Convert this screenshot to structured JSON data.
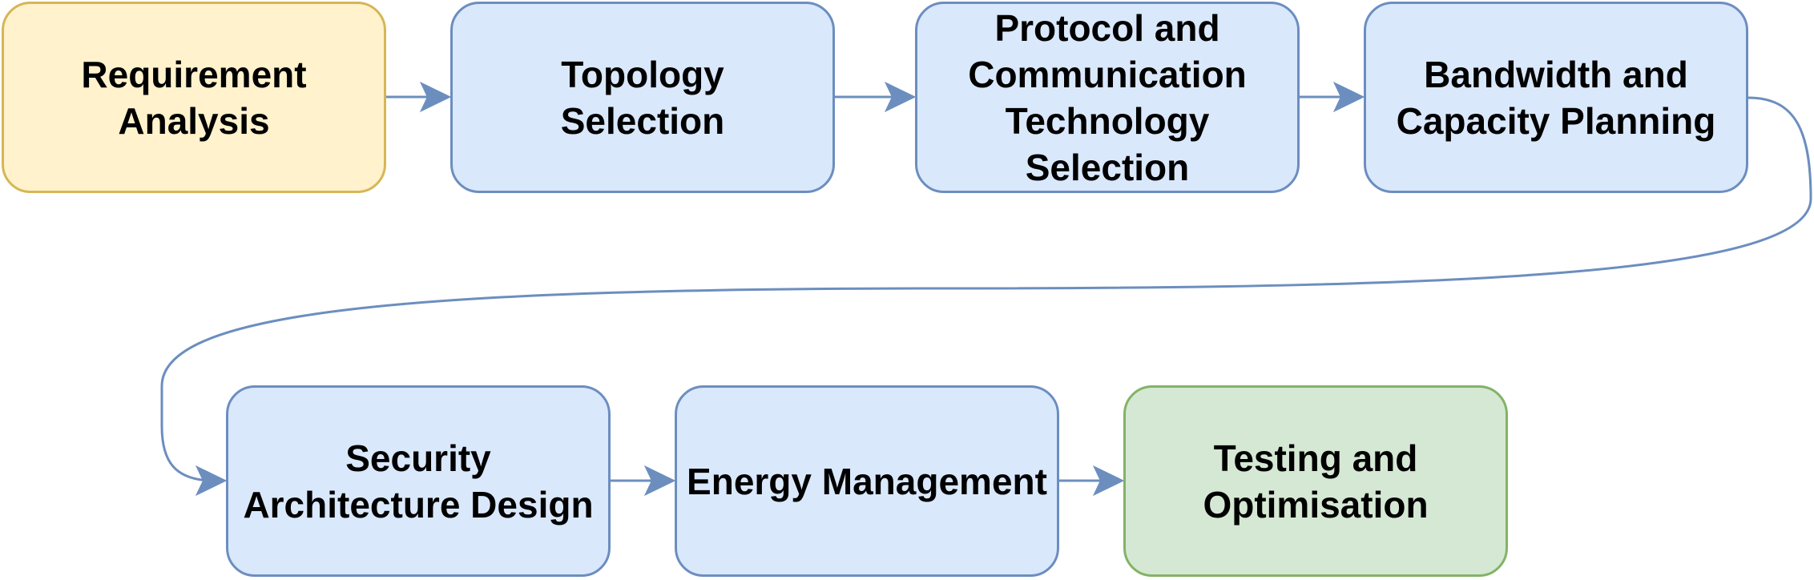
{
  "flowchart": {
    "steps": [
      {
        "id": "requirement-analysis",
        "label": "Requirement\nAnalysis",
        "role": "start"
      },
      {
        "id": "topology-selection",
        "label": "Topology\nSelection",
        "role": "process"
      },
      {
        "id": "protocol-selection",
        "label": "Protocol and\nCommunication\nTechnology\nSelection",
        "role": "process"
      },
      {
        "id": "bandwidth-planning",
        "label": "Bandwidth and\nCapacity Planning",
        "role": "process"
      },
      {
        "id": "security-design",
        "label": "Security\nArchitecture Design",
        "role": "process"
      },
      {
        "id": "energy-management",
        "label": "Energy Management",
        "role": "process"
      },
      {
        "id": "testing-optimisation",
        "label": "Testing and\nOptimisation",
        "role": "end"
      }
    ],
    "edges": [
      {
        "from": "requirement-analysis",
        "to": "topology-selection"
      },
      {
        "from": "topology-selection",
        "to": "protocol-selection"
      },
      {
        "from": "protocol-selection",
        "to": "bandwidth-planning"
      },
      {
        "from": "bandwidth-planning",
        "to": "security-design"
      },
      {
        "from": "security-design",
        "to": "energy-management"
      },
      {
        "from": "energy-management",
        "to": "testing-optimisation"
      }
    ],
    "colors": {
      "start_fill": "#fff2cc",
      "start_border": "#d6b656",
      "process_fill": "#dae8fc",
      "process_border": "#6c8ebf",
      "end_fill": "#d5e8d4",
      "end_border": "#82b366",
      "connector": "#6c8ebf",
      "text": "#000000"
    }
  }
}
